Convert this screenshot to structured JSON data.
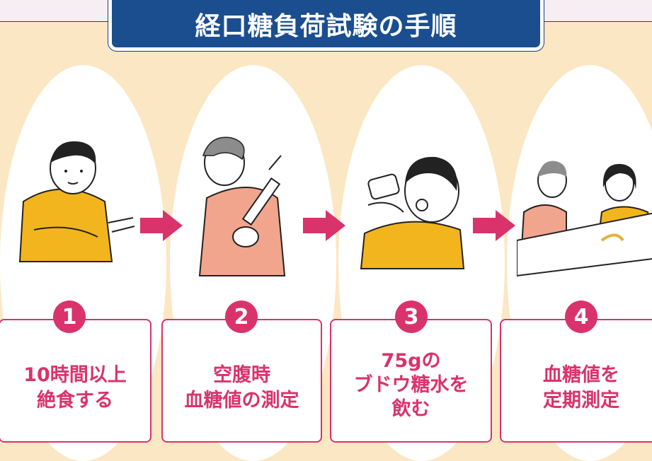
{
  "title": "経口糖負荷試験の手順",
  "steps": [
    {
      "number": "1",
      "lines": [
        "10時間以上",
        "絶食する"
      ]
    },
    {
      "number": "2",
      "lines": [
        "空腹時",
        "血糖値の測定"
      ]
    },
    {
      "number": "3",
      "lines": [
        "75gの",
        "ブドウ糖水を",
        "飲む"
      ]
    },
    {
      "number": "4",
      "lines": [
        "血糖値を",
        "定期測定"
      ]
    }
  ],
  "colors": {
    "accent": "#d9336b",
    "title_bg": "#1a4e8f",
    "background": "#fbe7c3"
  }
}
